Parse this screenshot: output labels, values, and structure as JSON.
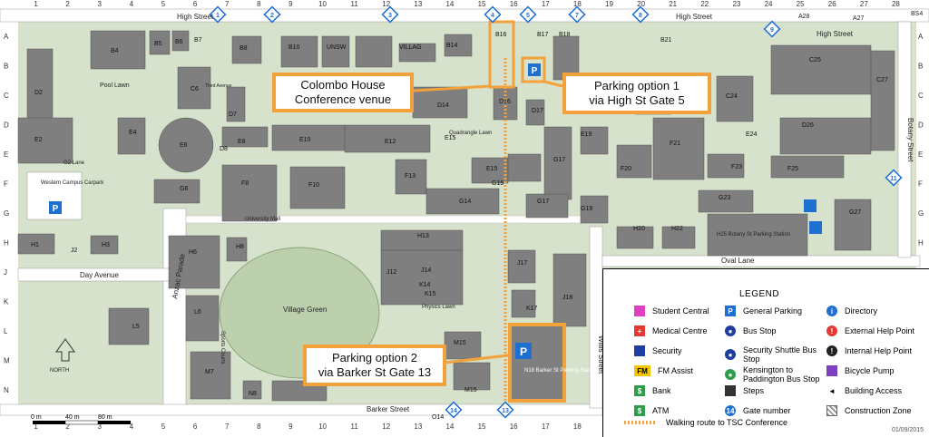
{
  "streets": {
    "high_st_left": "High Street",
    "high_st_mid": "High Street",
    "high_st_right": "High Street",
    "barker_st": "Barker Street",
    "anzac_parade": "Anzac Parade",
    "day_avenue": "Day Avenue",
    "university_mall": "University Mall",
    "oval_lane": "Oval Lane",
    "willis_st": "Willis Street",
    "botany_st": "Botany Street",
    "g2_lane": "G2 Lane",
    "third_avenue": "Third Avenue",
    "physics_lawn": "Physics Lawn",
    "quadrangle_lawn": "Quadrangle Lawn",
    "pool_lawn": "Pool Lawn",
    "village_green": "Village Green",
    "sports_courts": "Sports Courts",
    "western_campus_carpark": "Western Campus Carpark",
    "botany_st_parking": "H25 Botany St Parking Station",
    "barker_st_parking": "N18 Barker St Parking Station",
    "a28": "A28",
    "a27": "A27",
    "bs4": "BS4",
    "north": "NORTH"
  },
  "grid": {
    "cols": [
      "1",
      "2",
      "3",
      "4",
      "5",
      "6",
      "7",
      "8",
      "9",
      "10",
      "11",
      "12",
      "13",
      "14",
      "15",
      "16",
      "17",
      "18",
      "19",
      "20",
      "21",
      "22",
      "23",
      "24",
      "25",
      "26",
      "27",
      "28"
    ],
    "rows": [
      "A",
      "B",
      "C",
      "D",
      "E",
      "F",
      "G",
      "H",
      "J",
      "K",
      "L",
      "M",
      "N"
    ]
  },
  "gates": [
    "1",
    "2",
    "3",
    "4",
    "5",
    "7",
    "8",
    "9",
    "11",
    "14",
    "13"
  ],
  "buildings": [
    {
      "id": "b4",
      "label": "B4"
    },
    {
      "id": "b5",
      "label": "B5"
    },
    {
      "id": "b6",
      "label": "B6"
    },
    {
      "id": "b7",
      "label": "B7"
    },
    {
      "id": "b8",
      "label": "B8"
    },
    {
      "id": "b10",
      "label": "B10"
    },
    {
      "id": "b11",
      "label": "UNSW"
    },
    {
      "id": "b12",
      "label": "VILLAG"
    },
    {
      "id": "b14",
      "label": "B14"
    },
    {
      "id": "b16",
      "label": "B16"
    },
    {
      "id": "b17",
      "label": "B17"
    },
    {
      "id": "b18",
      "label": "B18"
    },
    {
      "id": "b21",
      "label": "B21"
    },
    {
      "id": "c6",
      "label": "C6"
    },
    {
      "id": "c25",
      "label": "C25"
    },
    {
      "id": "c24",
      "label": "C24"
    },
    {
      "id": "c27",
      "label": "C27"
    },
    {
      "id": "d2",
      "label": "D2"
    },
    {
      "id": "d7",
      "label": "D7"
    },
    {
      "id": "d14",
      "label": "D14"
    },
    {
      "id": "d16",
      "label": "D16"
    },
    {
      "id": "d17",
      "label": "D17"
    },
    {
      "id": "d26",
      "label": "D26"
    },
    {
      "id": "d8",
      "label": "D8"
    },
    {
      "id": "e2",
      "label": "E2"
    },
    {
      "id": "e4",
      "label": "E4"
    },
    {
      "id": "e6",
      "label": "E6"
    },
    {
      "id": "e8",
      "label": "E8"
    },
    {
      "id": "e10",
      "label": "E10"
    },
    {
      "id": "e12",
      "label": "E12"
    },
    {
      "id": "e15",
      "label": "E15"
    },
    {
      "id": "e19",
      "label": "E19"
    },
    {
      "id": "e24",
      "label": "E24"
    },
    {
      "id": "f8",
      "label": "F8"
    },
    {
      "id": "f10",
      "label": "F10"
    },
    {
      "id": "f13",
      "label": "F13"
    },
    {
      "id": "f15",
      "label": "E15"
    },
    {
      "id": "f17",
      "label": "G17"
    },
    {
      "id": "f20",
      "label": "F20"
    },
    {
      "id": "f21",
      "label": "F21"
    },
    {
      "id": "f23",
      "label": "F23"
    },
    {
      "id": "f25",
      "label": "F25"
    },
    {
      "id": "g6",
      "label": "G6"
    },
    {
      "id": "g14",
      "label": "G14"
    },
    {
      "id": "g15",
      "label": "G15"
    },
    {
      "id": "g17",
      "label": "G17"
    },
    {
      "id": "g19",
      "label": "G19"
    },
    {
      "id": "g23",
      "label": "G23"
    },
    {
      "id": "g27",
      "label": "G27"
    },
    {
      "id": "h1",
      "label": "H1"
    },
    {
      "id": "h3",
      "label": "H3"
    },
    {
      "id": "h6",
      "label": "H6"
    },
    {
      "id": "h8",
      "label": "H8"
    },
    {
      "id": "h13",
      "label": "H13"
    },
    {
      "id": "h20",
      "label": "H20"
    },
    {
      "id": "h22",
      "label": "H22"
    },
    {
      "id": "j2",
      "label": "J2"
    },
    {
      "id": "j12",
      "label": "J12"
    },
    {
      "id": "j14",
      "label": "J14"
    },
    {
      "id": "j17",
      "label": "J17"
    },
    {
      "id": "j18",
      "label": "J18"
    },
    {
      "id": "k14",
      "label": "K14"
    },
    {
      "id": "k15",
      "label": "K15"
    },
    {
      "id": "k17",
      "label": "K17"
    },
    {
      "id": "l5",
      "label": "L5"
    },
    {
      "id": "l6",
      "label": "L6"
    },
    {
      "id": "m7",
      "label": "M7"
    },
    {
      "id": "m15",
      "label": "M15"
    },
    {
      "id": "n8",
      "label": "N8"
    },
    {
      "id": "n15",
      "label": "M15"
    },
    {
      "id": "o14",
      "label": "O14"
    }
  ],
  "callouts": {
    "colombo_line1": "Colombo House",
    "colombo_line2": "Conference venue",
    "p1_line1": "Parking option 1",
    "p1_line2": "via High St Gate 5",
    "p2_line1": "Parking option 2",
    "p2_line2": "via Barker St Gate 13"
  },
  "scale": {
    "s0": "0 m",
    "s40": "40 m",
    "s80": "80 m"
  },
  "legend": {
    "title": "LEGEND",
    "items": [
      {
        "label": "Student Central",
        "color": "#e040c0",
        "glyph": ""
      },
      {
        "label": "Medical Centre",
        "color": "#e53935",
        "glyph": "+"
      },
      {
        "label": "Security",
        "color": "#1e3fa0",
        "glyph": ""
      },
      {
        "label": "FM Assist",
        "color": "#f5c400",
        "glyph": "FM"
      },
      {
        "label": "Bank",
        "color": "#2e9e4a",
        "glyph": "$"
      },
      {
        "label": "ATM",
        "color": "#2e9e4a",
        "glyph": "$"
      },
      {
        "label": "General Parking",
        "color": "#1e6fd0",
        "glyph": "P"
      },
      {
        "label": "Bus Stop",
        "color": "#1e3fa0",
        "glyph": "●"
      },
      {
        "label": "Security Shuttle Bus Stop",
        "color": "#1e3fa0",
        "glyph": "●"
      },
      {
        "label": "Kensington to Paddington Bus Stop",
        "color": "#2e9e4a",
        "glyph": "●"
      },
      {
        "label": "Steps",
        "color": "#333333",
        "glyph": ""
      },
      {
        "label": "Gate number",
        "color": "#1e6fd0",
        "glyph": "14"
      },
      {
        "label": "Directory",
        "color": "#1e6fd0",
        "glyph": "i"
      },
      {
        "label": "External Help Point",
        "color": "#e53935",
        "glyph": "!"
      },
      {
        "label": "Internal Help Point",
        "color": "#222222",
        "glyph": "!"
      },
      {
        "label": "Bicycle Pump",
        "color": "#7b3fbf",
        "glyph": ""
      },
      {
        "label": "Building Access",
        "color": "#000000",
        "glyph": "◄"
      },
      {
        "label": "Construction Zone",
        "color": "#bbbbbb",
        "glyph": ""
      }
    ]
  },
  "walking_route": "Walking route to TSC Conference",
  "date": "01/09/2015",
  "colors": {
    "building": "#7f7f7f",
    "grass": "#cfdcc4",
    "road": "#ffffff",
    "accent": "#f3a13b",
    "gate": "#1e6fd0"
  }
}
